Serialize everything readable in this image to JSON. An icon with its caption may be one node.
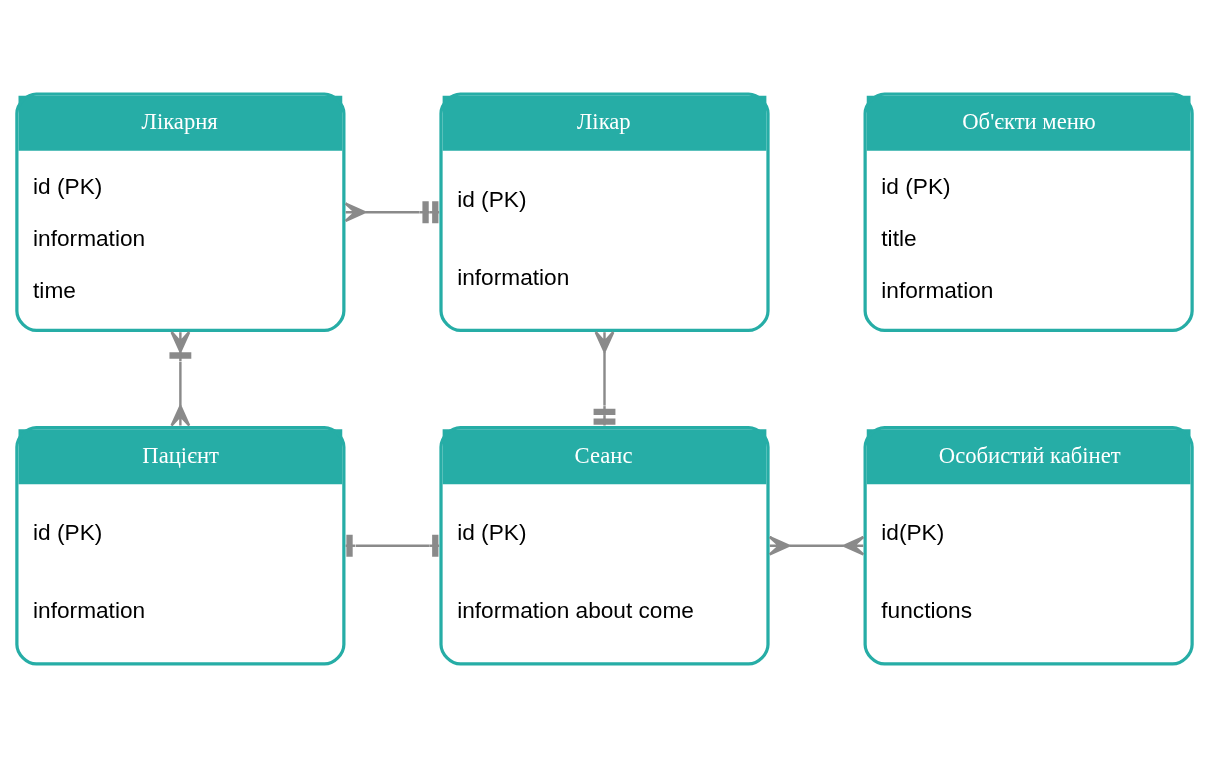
{
  "diagram": {
    "nodes": [
      {
        "text": [
          "Лікарня",
          "id (PK)",
          "information",
          "time"
        ]
      },
      {
        "text": [
          "Лікар",
          "id (PK)",
          "information"
        ]
      },
      {
        "text": [
          "Пацієнт",
          "id (PK)",
          "information"
        ]
      },
      {
        "text": [
          "Сеанс",
          "id (PK)",
          "information about come"
        ]
      },
      {
        "text": [
          "Особистий кабінет",
          "id(PK)",
          "functions"
        ]
      },
      {
        "text": [
          "Об'єкти меню",
          "id (PK)",
          "title",
          "information"
        ]
      }
    ],
    "edges": [
      {
        "from": 0,
        "to": 1,
        "arrow": "other"
      },
      {
        "from": 1,
        "to": 3,
        "arrow": "other"
      },
      {
        "from": 0,
        "to": 2,
        "arrow": "other"
      },
      {
        "from": 2,
        "to": 3,
        "arrow": "other"
      },
      {
        "from": 3,
        "to": 4,
        "arrow": "other"
      }
    ]
  }
}
